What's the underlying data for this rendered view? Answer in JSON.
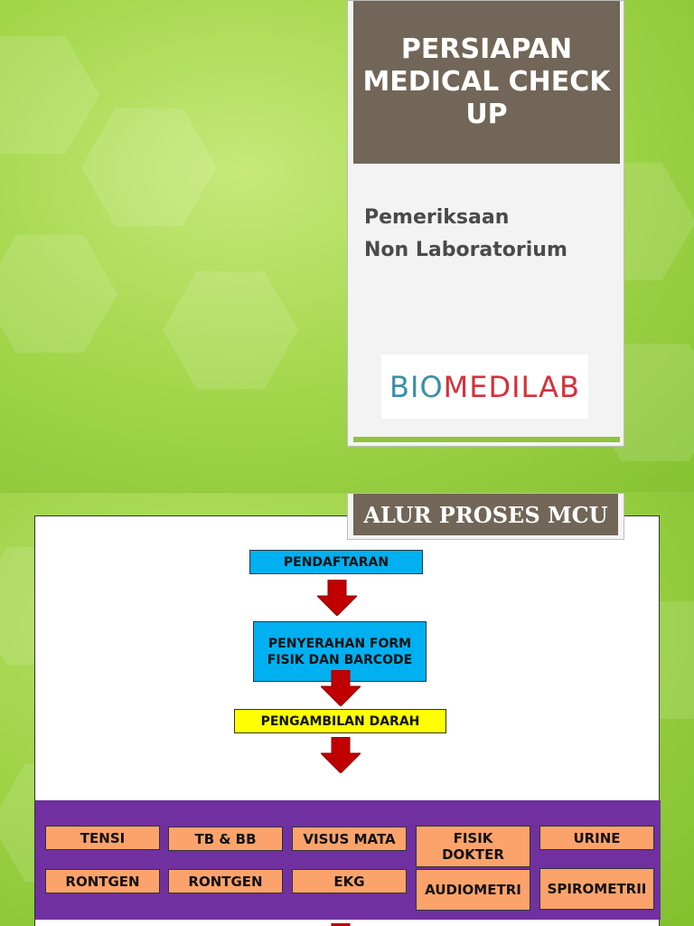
{
  "slide1": {
    "title": "PERSIAPAN\nMEDICAL CHECK\nUP",
    "subtitle": "Pemeriksaan\nNon Laboratorium",
    "logo": {
      "part1": "BIO",
      "part2": "MEDI",
      "part3": "LAB"
    }
  },
  "slide2": {
    "heading": "ALUR PROSES MCU",
    "steps": {
      "pendaftaran": "PENDAFTARAN",
      "penyerahan": "PENYERAHAN FORM FISIK DAN BARCODE",
      "pengambilan": "PENGAMBILAN DARAH"
    },
    "exams": [
      "TENSI",
      "TB & BB",
      "VISUS MATA",
      "FISIK DOKTER",
      "URINE",
      "RONTGEN",
      "RONTGEN",
      "EKG",
      "AUDIOMETRI",
      "SPIROMETRII"
    ]
  },
  "colors": {
    "background_green": "#8ec63f",
    "title_brown": "#716657",
    "step_blue": "#00b0f0",
    "step_yellow": "#ffff00",
    "exam_orange": "#fca36b",
    "purple_band": "#7030a0",
    "arrow_red": "#c00000"
  }
}
